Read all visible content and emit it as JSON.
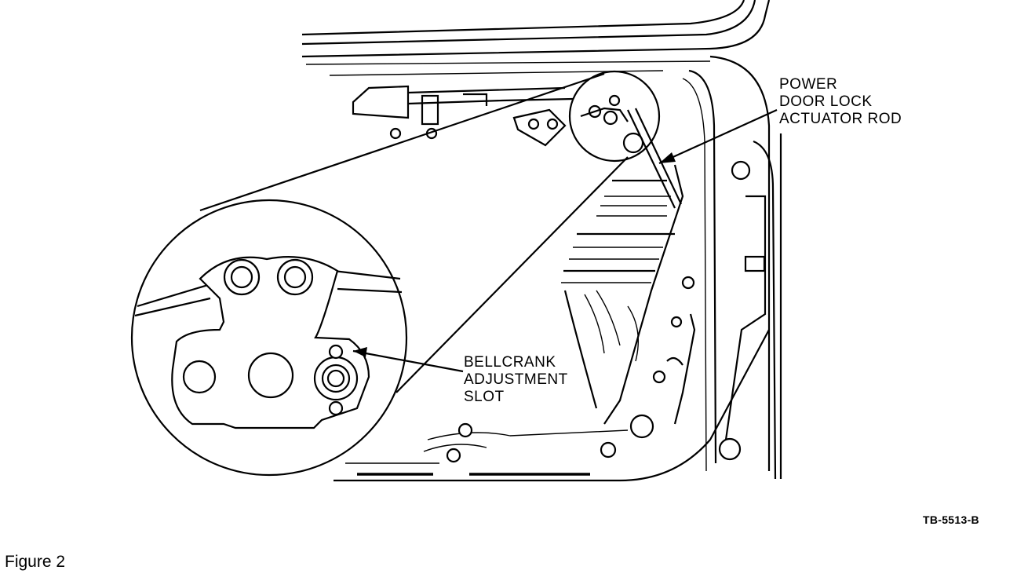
{
  "callouts": {
    "power_door_lock": [
      "POWER",
      "DOOR LOCK",
      "ACTUATOR ROD"
    ],
    "bellcrank": [
      "BELLCRANK",
      "ADJUSTMENT",
      "SLOT"
    ]
  },
  "figure_id": "TB-5513-B",
  "caption": "Figure 2"
}
